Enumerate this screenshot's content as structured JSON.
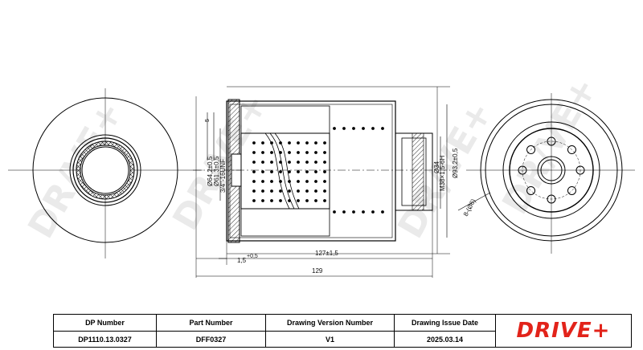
{
  "dimensions": {
    "d1": "Ø64,2±0,5",
    "d2": "Ø61,3±0,5",
    "thread": "3/4\"-16UNF",
    "d3": "Ø34",
    "thread2": "M38×1,5-6H",
    "d4": "Ø93,2±0,5",
    "holes": "8-(Ø6)",
    "seal_h": "5",
    "gap": "1,5",
    "gap_tol": "+0,5",
    "body_len": "127±1,5",
    "total_len": "129"
  },
  "title_block": {
    "headers": {
      "dp_number": "DP Number",
      "part_number": "Part Number",
      "version_number": "Drawing Version Number",
      "issue_date": "Drawing Issue Date"
    },
    "values": {
      "dp_number": "DP1110.13.0327",
      "part_number": "DFF0327",
      "version_number": "V1",
      "issue_date": "2025.03.14"
    },
    "logo": "DRIVE+"
  },
  "colors": {
    "logo_red": "#e2231a",
    "line": "#000000",
    "watermark": "#d9d9d9"
  }
}
